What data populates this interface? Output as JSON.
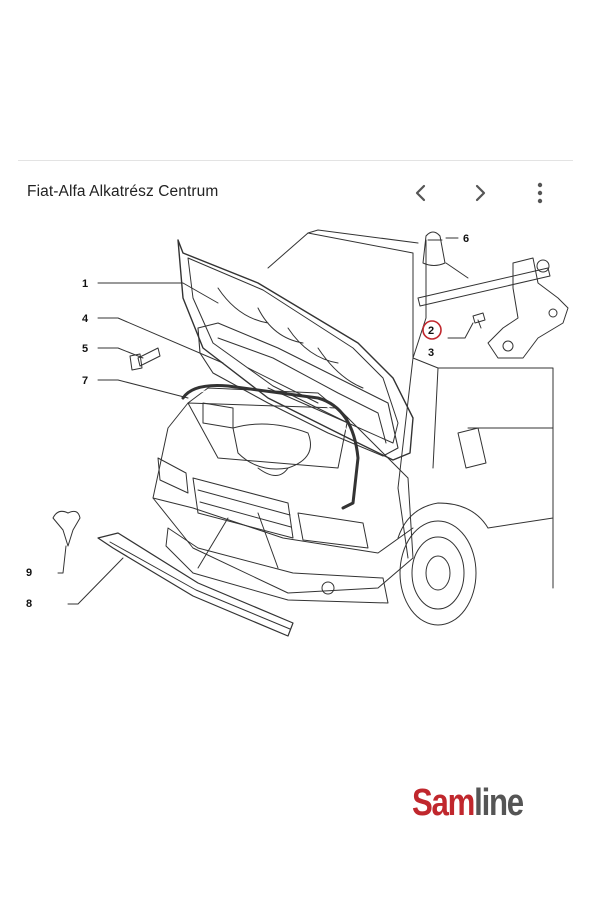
{
  "header": {
    "title": "Fiat-Alfa Alkatrész Centrum"
  },
  "nav": {
    "prev_icon": "chevron-left-icon",
    "next_icon": "chevron-right-icon",
    "menu_icon": "more-vertical-icon"
  },
  "diagram": {
    "callouts": [
      "1",
      "4",
      "5",
      "7",
      "9",
      "8",
      "6",
      "2",
      "3"
    ],
    "highlight_color": "#c0272d"
  },
  "watermark": {
    "brand_part1": "Sam",
    "brand_part2": "line",
    "color_part1": "#c0272d",
    "color_part2": "#555555"
  }
}
